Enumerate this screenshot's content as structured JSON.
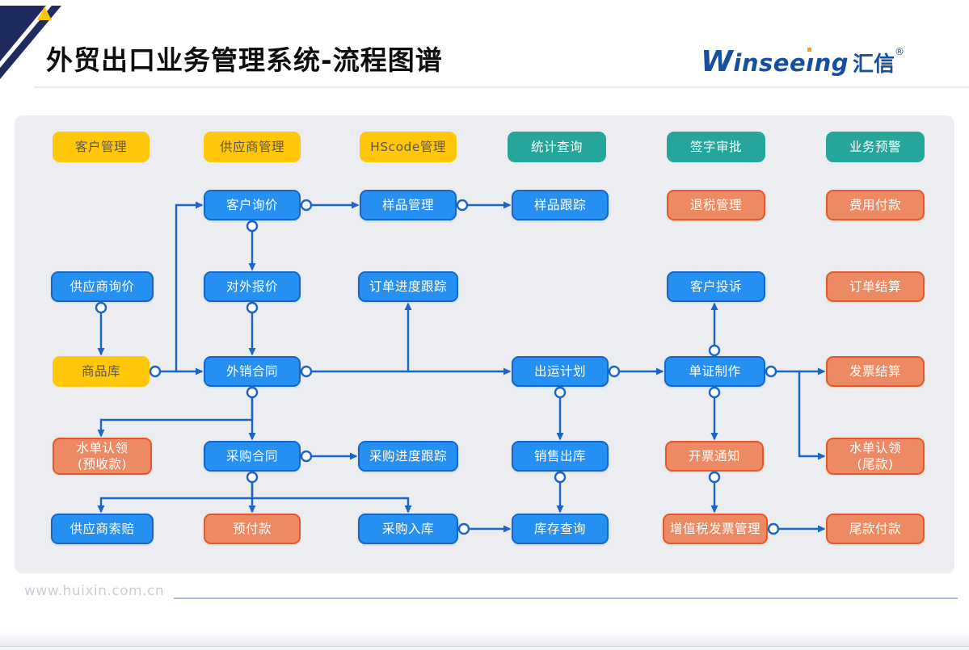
{
  "header": {
    "title": "外贸出口业务管理系统-流程图谱",
    "logo": {
      "name": "Winseeing",
      "cjk": "汇信",
      "reg": "®"
    }
  },
  "footer": {
    "url": "www.huixin.com.cn"
  },
  "colors": {
    "node_blue": "#2590f2",
    "node_blue_border": "#1467c8",
    "node_orange": "#ee8a63",
    "node_orange_border": "#e2592a",
    "node_yellow": "#ffc60a",
    "yellow_text": "#57585a",
    "node_green": "#26a69a",
    "arrow": "#1b64c8",
    "navy": "#1f2a5e",
    "accent_yellow": "#ffc60a",
    "logo_blue": "#164fa0",
    "canvas_bg": "#ecedf0"
  },
  "nodes": [
    {
      "id": "kehu_guanli",
      "label": "客户管理",
      "type": "yellow"
    },
    {
      "id": "gongyingshang_guanli",
      "label": "供应商管理",
      "type": "yellow"
    },
    {
      "id": "hscode_guanli",
      "label": "HScode管理",
      "type": "yellow"
    },
    {
      "id": "tongji_chaxun",
      "label": "统计查询",
      "type": "green"
    },
    {
      "id": "qianzi_shenpi",
      "label": "签字审批",
      "type": "green"
    },
    {
      "id": "yewu_yujing",
      "label": "业务预警",
      "type": "green"
    },
    {
      "id": "kehu_xunjia",
      "label": "客户询价",
      "type": "blue"
    },
    {
      "id": "yangpin_guanli",
      "label": "样品管理",
      "type": "blue"
    },
    {
      "id": "yangpin_genzong",
      "label": "样品跟踪",
      "type": "blue"
    },
    {
      "id": "tuishui_guanli",
      "label": "退税管理",
      "type": "orange"
    },
    {
      "id": "feiyong_fukuan",
      "label": "费用付款",
      "type": "orange"
    },
    {
      "id": "gys_xunjia",
      "label": "供应商询价",
      "type": "blue"
    },
    {
      "id": "duiwai_baojia",
      "label": "对外报价",
      "type": "blue"
    },
    {
      "id": "dingdan_jindu",
      "label": "订单进度跟踪",
      "type": "blue"
    },
    {
      "id": "kehu_tousu",
      "label": "客户投诉",
      "type": "blue"
    },
    {
      "id": "dingdan_jiesuan",
      "label": "订单结算",
      "type": "orange"
    },
    {
      "id": "shangpinku",
      "label": "商品库",
      "type": "yellow"
    },
    {
      "id": "waixiao_hetong",
      "label": "外销合同",
      "type": "blue"
    },
    {
      "id": "chuyun_jihua",
      "label": "出运计划",
      "type": "blue"
    },
    {
      "id": "danzheng_zhizuo",
      "label": "单证制作",
      "type": "blue"
    },
    {
      "id": "fapiao_jiesuan",
      "label": "发票结算",
      "type": "orange"
    },
    {
      "id": "shuidan_yushou",
      "label": "水单认领",
      "sub": "(预收款)",
      "type": "orange"
    },
    {
      "id": "caigou_hetong",
      "label": "采购合同",
      "type": "blue"
    },
    {
      "id": "caigou_jindu",
      "label": "采购进度跟踪",
      "type": "blue"
    },
    {
      "id": "xiaoshou_chuku",
      "label": "销售出库",
      "type": "blue"
    },
    {
      "id": "kaipiao_tongzhi",
      "label": "开票通知",
      "type": "orange"
    },
    {
      "id": "shuidan_weikuan",
      "label": "水单认领",
      "sub": "(尾款)",
      "type": "orange"
    },
    {
      "id": "gys_suopei",
      "label": "供应商索赔",
      "type": "blue"
    },
    {
      "id": "yufukuan",
      "label": "预付款",
      "type": "orange"
    },
    {
      "id": "caigou_ruku",
      "label": "采购入库",
      "type": "blue"
    },
    {
      "id": "kucun_chaxun",
      "label": "库存查询",
      "type": "blue"
    },
    {
      "id": "zengzhishui",
      "label": "增值税发票管理",
      "type": "orange"
    },
    {
      "id": "weikuan_fukuan",
      "label": "尾款付款",
      "type": "orange"
    }
  ],
  "edges": [
    {
      "from": "kehu_xunjia",
      "to": "yangpin_guanli"
    },
    {
      "from": "yangpin_guanli",
      "to": "yangpin_genzong"
    },
    {
      "from": "kehu_xunjia",
      "to": "duiwai_baojia"
    },
    {
      "from": "duiwai_baojia",
      "to": "waixiao_hetong"
    },
    {
      "from": "gys_xunjia",
      "to": "shangpinku"
    },
    {
      "from": "shangpinku",
      "to": "waixiao_hetong"
    },
    {
      "from": "shangpinku",
      "to": "kehu_xunjia"
    },
    {
      "from": "waixiao_hetong",
      "to": "chuyun_jihua"
    },
    {
      "from": "waixiao_hetong",
      "to": "dingdan_jindu"
    },
    {
      "from": "waixiao_hetong",
      "to": "shuidan_yushou"
    },
    {
      "from": "waixiao_hetong",
      "to": "caigou_hetong"
    },
    {
      "from": "caigou_hetong",
      "to": "caigou_jindu"
    },
    {
      "from": "caigou_hetong",
      "to": "gys_suopei"
    },
    {
      "from": "caigou_hetong",
      "to": "yufukuan"
    },
    {
      "from": "caigou_hetong",
      "to": "caigou_ruku"
    },
    {
      "from": "caigou_ruku",
      "to": "kucun_chaxun"
    },
    {
      "from": "chuyun_jihua",
      "to": "xiaoshou_chuku"
    },
    {
      "from": "chuyun_jihua",
      "to": "danzheng_zhizuo"
    },
    {
      "from": "xiaoshou_chuku",
      "to": "kucun_chaxun"
    },
    {
      "from": "danzheng_zhizuo",
      "to": "kehu_tousu"
    },
    {
      "from": "danzheng_zhizuo",
      "to": "kaipiao_tongzhi"
    },
    {
      "from": "danzheng_zhizuo",
      "to": "fapiao_jiesuan"
    },
    {
      "from": "danzheng_zhizuo",
      "to": "shuidan_weikuan"
    },
    {
      "from": "kaipiao_tongzhi",
      "to": "zengzhishui"
    },
    {
      "from": "zengzhishui",
      "to": "weikuan_fukuan"
    }
  ]
}
